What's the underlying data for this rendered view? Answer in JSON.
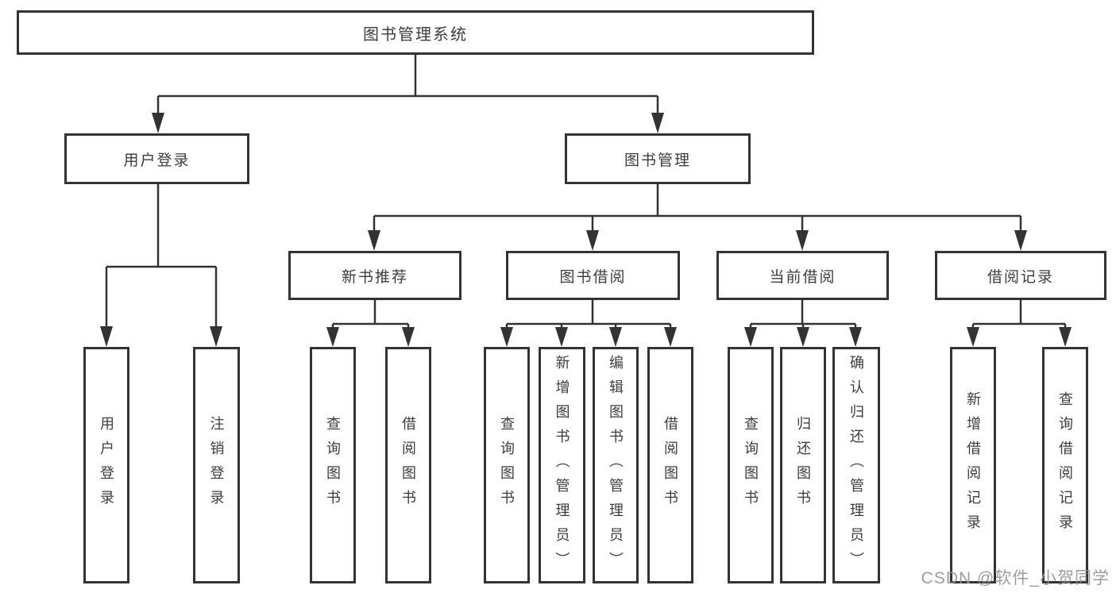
{
  "diagram": {
    "root": {
      "label": "图书管理系统"
    },
    "branches": [
      {
        "label": "用户登录",
        "children": [
          {
            "label": "用户登录"
          },
          {
            "label": "注销登录"
          }
        ]
      },
      {
        "label": "图书管理",
        "children": [
          {
            "label": "新书推荐",
            "children": [
              {
                "label": "查询图书"
              },
              {
                "label": "借阅图书"
              }
            ]
          },
          {
            "label": "图书借阅",
            "children": [
              {
                "label": "查询图书"
              },
              {
                "label": "新增图书（管理员）"
              },
              {
                "label": "编辑图书（管理员）"
              },
              {
                "label": "借阅图书"
              }
            ]
          },
          {
            "label": "当前借阅",
            "children": [
              {
                "label": "查询图书"
              },
              {
                "label": "归还图书"
              },
              {
                "label": "确认归还（管理员）"
              }
            ]
          },
          {
            "label": "借阅记录",
            "children": [
              {
                "label": "新增借阅记录"
              },
              {
                "label": "查询借阅记录"
              }
            ]
          }
        ]
      }
    ]
  },
  "watermark": "CSDN @软件_小贺同学",
  "colors": {
    "line": "#333333",
    "border": "#333333",
    "text": "#3d3d3d",
    "background": "#ffffff",
    "watermark": "#949494"
  }
}
